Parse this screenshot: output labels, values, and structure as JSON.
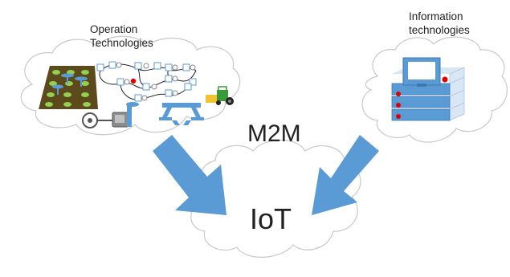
{
  "labels": {
    "operation_technologies": [
      "Operation",
      "Technologies"
    ],
    "information_technologies": [
      "Information",
      "technologies"
    ],
    "m2m": "M2M",
    "iot": "IoT"
  },
  "colors": {
    "arrow": "#5b9bd5",
    "cloud_stroke": "#c8c8c8",
    "server_blue": "#5b9bd5",
    "led_red": "#e00000",
    "field_brown": "#5c4a1d",
    "tractor_green": "#3a9a3a"
  }
}
